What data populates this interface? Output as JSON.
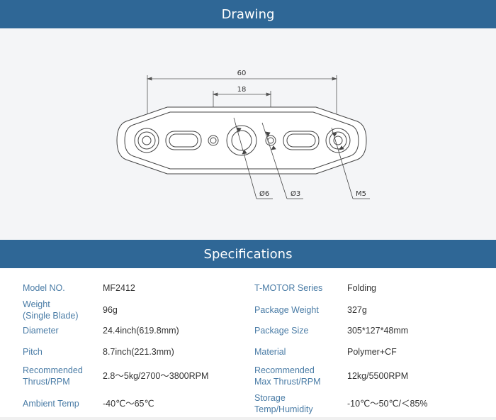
{
  "drawing": {
    "title": "Drawing",
    "dim_overall": "60",
    "dim_center": "18",
    "label_hole_6": "Ø6",
    "label_hole_3": "Ø3",
    "label_screw": "M5"
  },
  "specs": {
    "title": "Specifications",
    "rows": [
      {
        "left_label": "Model NO.",
        "left_value": "MF2412",
        "right_label": "T-MOTOR Series",
        "right_value": "Folding"
      },
      {
        "left_label": "Weight\n(Single Blade)",
        "left_value": "96g",
        "right_label": "Package Weight",
        "right_value": "327g"
      },
      {
        "left_label": "Diameter",
        "left_value": "24.4inch(619.8mm)",
        "right_label": "Package Size",
        "right_value": "305*127*48mm"
      },
      {
        "left_label": "Pitch",
        "left_value": "8.7inch(221.3mm)",
        "right_label": "Material",
        "right_value": "Polymer+CF"
      },
      {
        "left_label": "Recommended\nThrust/RPM",
        "left_value": "2.8～5kg/2700～3800RPM",
        "right_label": "Recommended\nMax Thrust/RPM",
        "right_value": "12kg/5500RPM"
      },
      {
        "left_label": "Ambient Temp",
        "left_value": "-40℃～65℃",
        "right_label": "Storage\nTemp/Humidity",
        "right_value": "-10℃～50℃/＜85%"
      }
    ]
  }
}
